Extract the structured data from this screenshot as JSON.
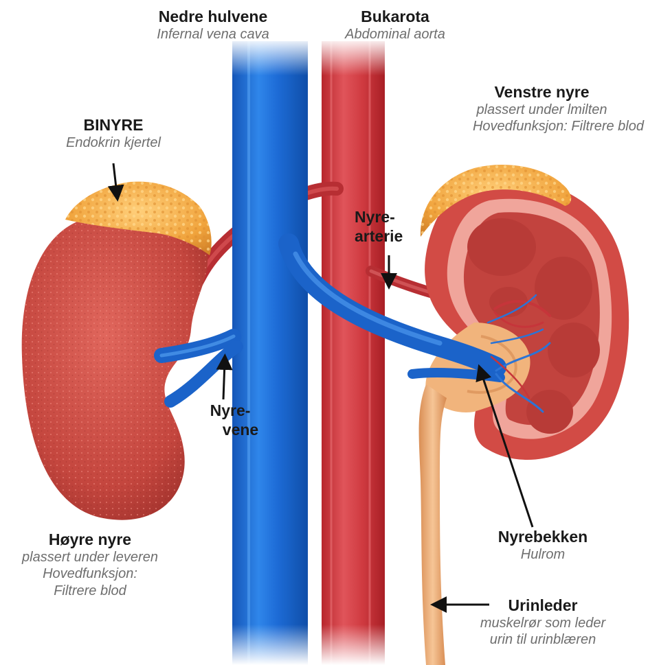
{
  "labels": {
    "vena_cava": {
      "title": "Nedre hulvene",
      "subtitle": "Infernal vena cava"
    },
    "aorta": {
      "title": "Bukarota",
      "subtitle": "Abdominal aorta"
    },
    "left_kidney": {
      "title": "Venstre nyre",
      "line1": "plassert under lmilten",
      "line2": "Hovedfunksjon: Filtrere blod"
    },
    "adrenal": {
      "title": "BINYRE",
      "subtitle": "Endokrin kjertel"
    },
    "renal_artery": {
      "line1": "Nyre-",
      "line2": "arterie"
    },
    "renal_vein": {
      "line1": "Nyre-",
      "line2": "vene"
    },
    "right_kidney": {
      "title": "Høyre nyre",
      "line1": "plassert under leveren",
      "line2": "Hovedfunksjon:",
      "line3": "Filtrere blod"
    },
    "renal_pelvis": {
      "title": "Nyrebekken",
      "subtitle": "Hulrom"
    },
    "ureter": {
      "title": "Urinleder",
      "line1": "muskelrør som leder",
      "line2": "urin til urinblæren"
    }
  },
  "colors": {
    "vein": "#1f6fd8",
    "artery": "#d23a3f",
    "kidney": "#c9473f",
    "adrenal": "#f0a63c",
    "ureter": "#eaa86c"
  }
}
